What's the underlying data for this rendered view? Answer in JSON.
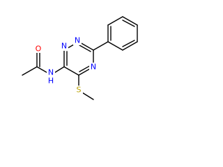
{
  "molecule": {
    "atoms": {
      "oxygen": {
        "symbol": "O",
        "color": "#ff0000"
      },
      "amide_nh": {
        "symbol": "N",
        "hydrogen": "H",
        "color": "#0000ff"
      },
      "ring_n1": {
        "symbol": "N",
        "color": "#0000ff"
      },
      "ring_n2": {
        "symbol": "N",
        "color": "#0000ff"
      },
      "ring_n4": {
        "symbol": "N",
        "color": "#0000ff"
      },
      "sulfur": {
        "symbol": "S",
        "color": "#b8a000"
      }
    },
    "bond_color": "#000000"
  }
}
